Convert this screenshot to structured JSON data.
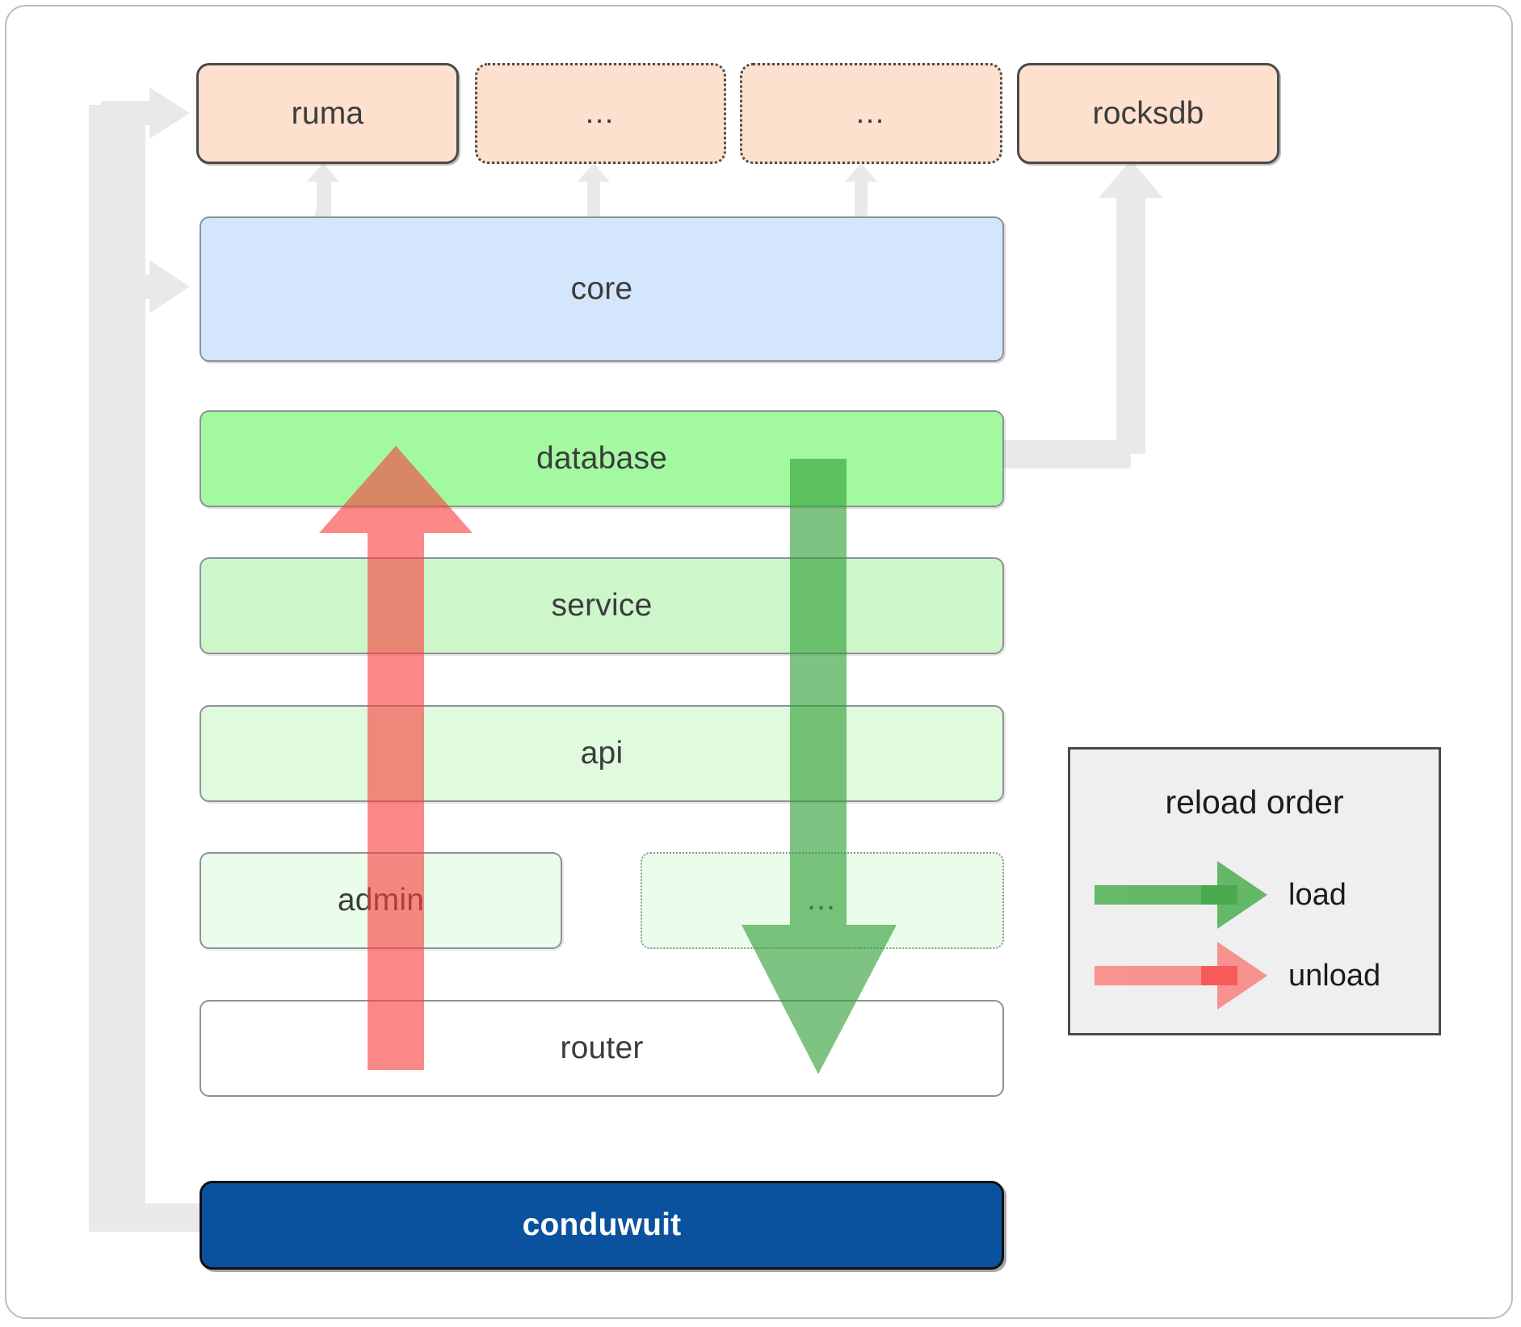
{
  "diagram": {
    "title": "conduwuit crate layering / reload order",
    "dependencies": [
      {
        "id": "ruma",
        "label": "ruma",
        "style": "solid"
      },
      {
        "id": "dep-ellipsis-1",
        "label": "…",
        "style": "dotted"
      },
      {
        "id": "dep-ellipsis-2",
        "label": "…",
        "style": "dotted"
      },
      {
        "id": "rocksdb",
        "label": "rocksdb",
        "style": "solid"
      }
    ],
    "layers": [
      {
        "id": "core",
        "label": "core",
        "color": "#d4e6fb"
      },
      {
        "id": "database",
        "label": "database",
        "color": "#a3f9a0"
      },
      {
        "id": "service",
        "label": "service",
        "color": "#cdf7cb"
      },
      {
        "id": "api",
        "label": "api",
        "color": "#dffadd"
      },
      {
        "id": "admin",
        "label": "admin",
        "color": "#eafcea"
      },
      {
        "id": "layer-ellipsis",
        "label": "…",
        "color": "#eafcea"
      },
      {
        "id": "router",
        "label": "router",
        "color": "#ffffff"
      }
    ],
    "app": {
      "id": "conduwuit",
      "label": "conduwuit",
      "color": "#0b529e"
    },
    "legend": {
      "title": "reload order",
      "items": [
        {
          "id": "load",
          "label": "load",
          "color": "#4caf50"
        },
        {
          "id": "unload",
          "label": "unload",
          "color": "#f9827f"
        }
      ]
    },
    "colors": {
      "dependency_fill": "#fde0ce",
      "connector": "#e9e9e9",
      "border": "#8d9298",
      "text": "#3c3c3c",
      "load_arrow": "#4caf50",
      "unload_arrow": "#f9827f"
    }
  }
}
